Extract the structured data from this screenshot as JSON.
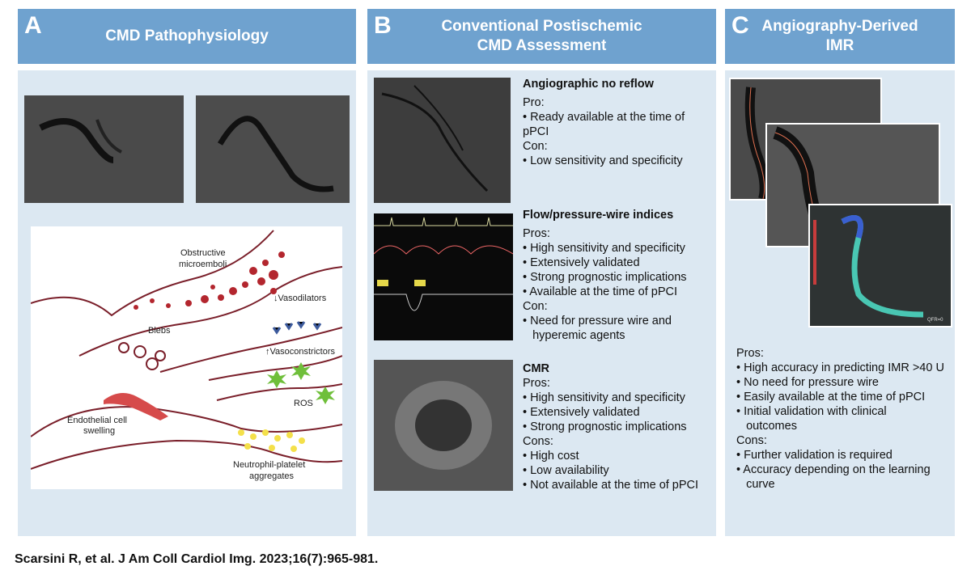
{
  "panels": {
    "a": {
      "letter": "A",
      "title": "CMD Pathophysiology"
    },
    "b": {
      "letter": "B",
      "title_line1": "Conventional Postischemic",
      "title_line2": "CMD Assessment"
    },
    "c": {
      "letter": "C",
      "title_line1": "Angiography-Derived",
      "title_line2": "IMR"
    }
  },
  "diagram_labels": {
    "obstructive": "Obstructive",
    "microemboli": "microemboli",
    "vasodilators": "↓Vasodilators",
    "blebs": "Blebs",
    "vasoconstrictors": "↑Vasoconstrictors",
    "ros": "ROS",
    "endothelial": "Endothelial cell",
    "swelling": "swelling",
    "neutrophil": "Neutrophil-platelet",
    "aggregates": "aggregates"
  },
  "assessments": [
    {
      "heading": "Angiographic no reflow",
      "lines": [
        "Pro:",
        "• Ready available at the time of pPCI",
        "Con:",
        "• Low sensitivity and specificity"
      ]
    },
    {
      "heading": "Flow/pressure-wire indices",
      "lines": [
        "Pros:",
        "• High sensitivity and specificity",
        "• Extensively validated",
        "• Strong prognostic implications",
        "• Available at the time of pPCI",
        "Con:",
        "• Need for pressure wire and",
        "   hyperemic agents"
      ]
    },
    {
      "heading": "CMR",
      "lines": [
        "Pros:",
        "• High sensitivity and specificity",
        "• Extensively validated",
        "• Strong prognostic implications",
        "Cons:",
        "• High cost",
        "• Low availability",
        "• Not available at the time of pPCI"
      ]
    }
  ],
  "imr": {
    "lines": [
      "Pros:",
      "• High accuracy in predicting IMR >40 U",
      "• No need for pressure wire",
      "• Easily available at the time of pPCI",
      "• Initial validation with clinical",
      "   outcomes",
      "Cons:",
      "• Further validation is required",
      "• Accuracy depending on the learning",
      "   curve"
    ],
    "qfr_label": "QFR=0"
  },
  "citation": "Scarsini R, et al. J Am Coll Cardiol Img. 2023;16(7):965-981."
}
